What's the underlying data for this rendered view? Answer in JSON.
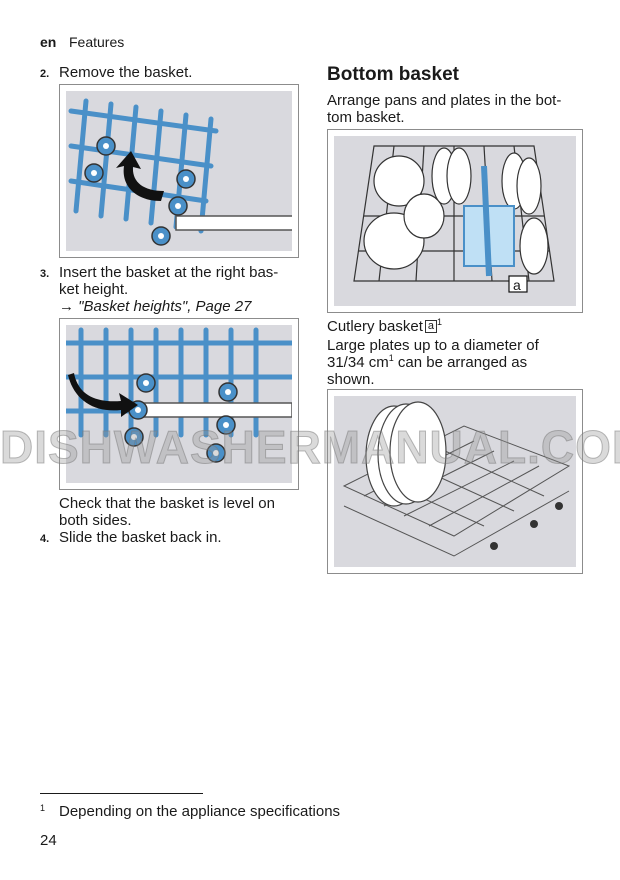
{
  "header": {
    "lang": "en",
    "section": "Features"
  },
  "left": {
    "step2": {
      "num": "2.",
      "text": "Remove the basket."
    },
    "step3": {
      "num": "3.",
      "line1": "Insert the basket at the right bas-",
      "line2": "ket height.",
      "link": "→ \"Basket heights\", Page 27"
    },
    "check": {
      "line1": "Check that the basket is level on",
      "line2": "both sides."
    },
    "step4": {
      "num": "4.",
      "text": "Slide the basket back in."
    }
  },
  "right": {
    "heading": "Bottom basket",
    "intro1": "Arrange pans and plates in the bot-",
    "intro2": "tom basket.",
    "fig_label": "a",
    "cutlery_label": "Cutlery basket",
    "cutlery_box": "a",
    "cutlery_sup": "1",
    "large1": "Large plates up to a diameter of",
    "large2_a": "31/34 cm",
    "large2_sup": "1",
    "large2_b": " can be arranged as",
    "large3": "shown."
  },
  "watermark": "DISHWASHERMANUAL.COM",
  "footnote": {
    "mark": "1",
    "text": "Depending on the appliance specifications"
  },
  "page_number": "24",
  "colors": {
    "rack_blue": "#4a90c8",
    "figure_bg": "#d9d9de",
    "text": "#1a1a1a"
  }
}
